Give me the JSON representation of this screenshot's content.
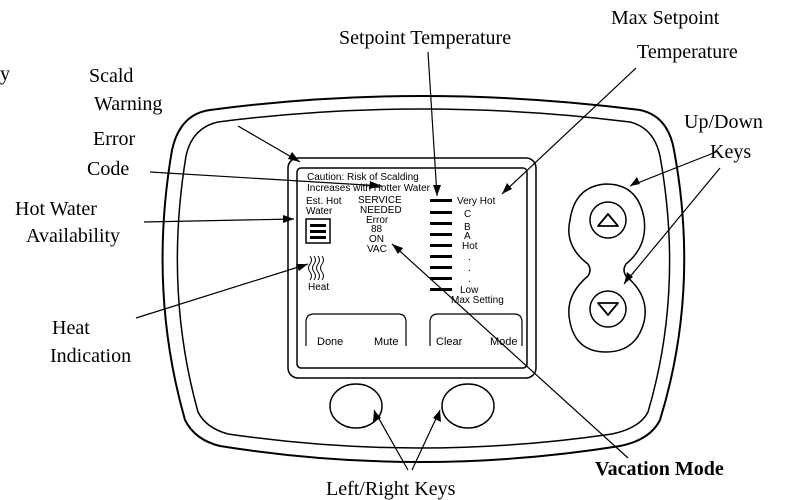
{
  "callouts": {
    "scald_warning": [
      "Scald",
      "Warning"
    ],
    "error_code": [
      "Error",
      "Code"
    ],
    "hot_water_availability": [
      "Hot Water",
      "Availability"
    ],
    "heat_indication": [
      "Heat",
      "Indication"
    ],
    "setpoint_temperature": "Setpoint Temperature",
    "max_setpoint_temperature": [
      "Max Setpoint",
      "Temperature"
    ],
    "up_down_keys": [
      "Up/Down",
      "Keys"
    ],
    "vacation_mode": "Vacation Mode",
    "left_right_keys": "Left/Right Keys",
    "edge_fragment": "y"
  },
  "display": {
    "caution_line1": "Caution: Risk of Scalding",
    "caution_line2": "Increases with Hotter Water",
    "est_hot": "Est. Hot",
    "water": "Water",
    "status_lines": [
      "SERVICE",
      "NEEDED",
      "Error",
      "88",
      "ON",
      "VAC"
    ],
    "heat_label": "Heat",
    "scale_labels": {
      "very_hot": "Very Hot",
      "c": "C",
      "b": "B",
      "a": "A",
      "hot": "Hot",
      "dot": ".",
      "low": "Low",
      "max_setting": "Max Setting"
    }
  },
  "buttons": {
    "done": "Done",
    "mute": "Mute",
    "clear": "Clear",
    "mode": "Mode"
  },
  "icons": {
    "up_key": "up-arrow-icon",
    "down_key": "down-arrow-icon",
    "heat": "heat-waves-icon",
    "availability": "water-level-icon"
  }
}
